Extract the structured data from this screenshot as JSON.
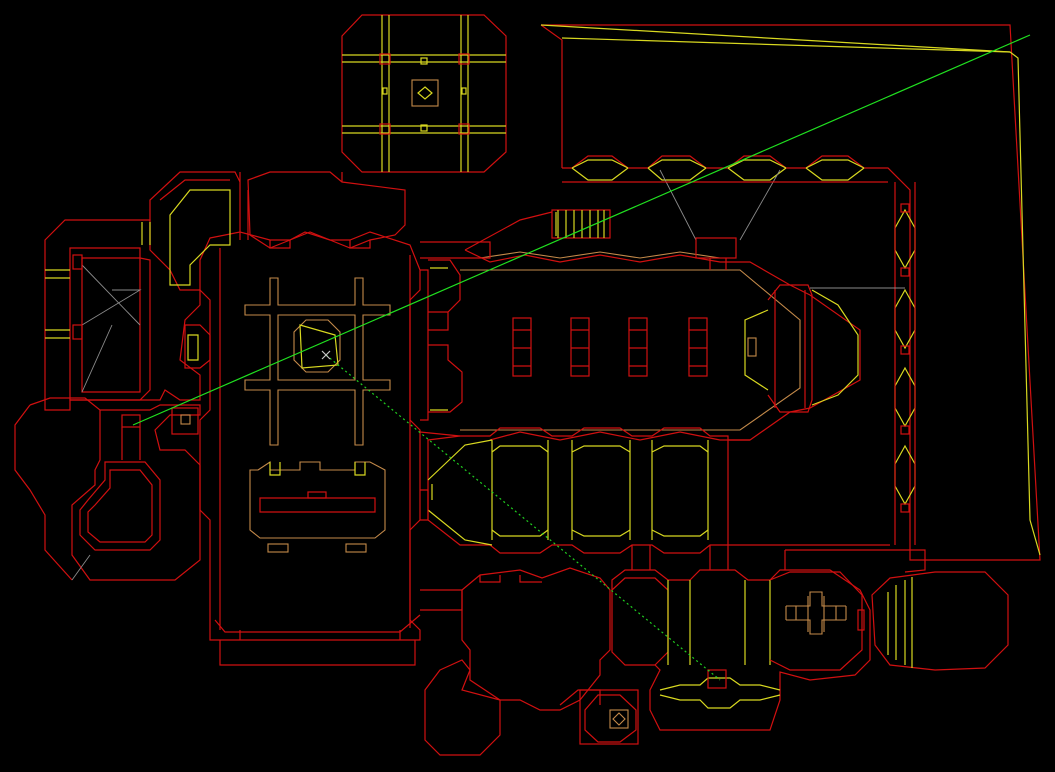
{
  "screen": "automap",
  "colors": {
    "background": "#000000",
    "wall": "#d01010",
    "step": "#d8d820",
    "floor_edge": "#c48a4a",
    "hidden": "#8a8a8a",
    "trace": "#20e020"
  },
  "player_marker": {
    "icon": "cross-marker-icon",
    "color": "#c8c8c8"
  },
  "trace_lines": {
    "count": 2,
    "styles": [
      "solid",
      "dotted"
    ]
  }
}
